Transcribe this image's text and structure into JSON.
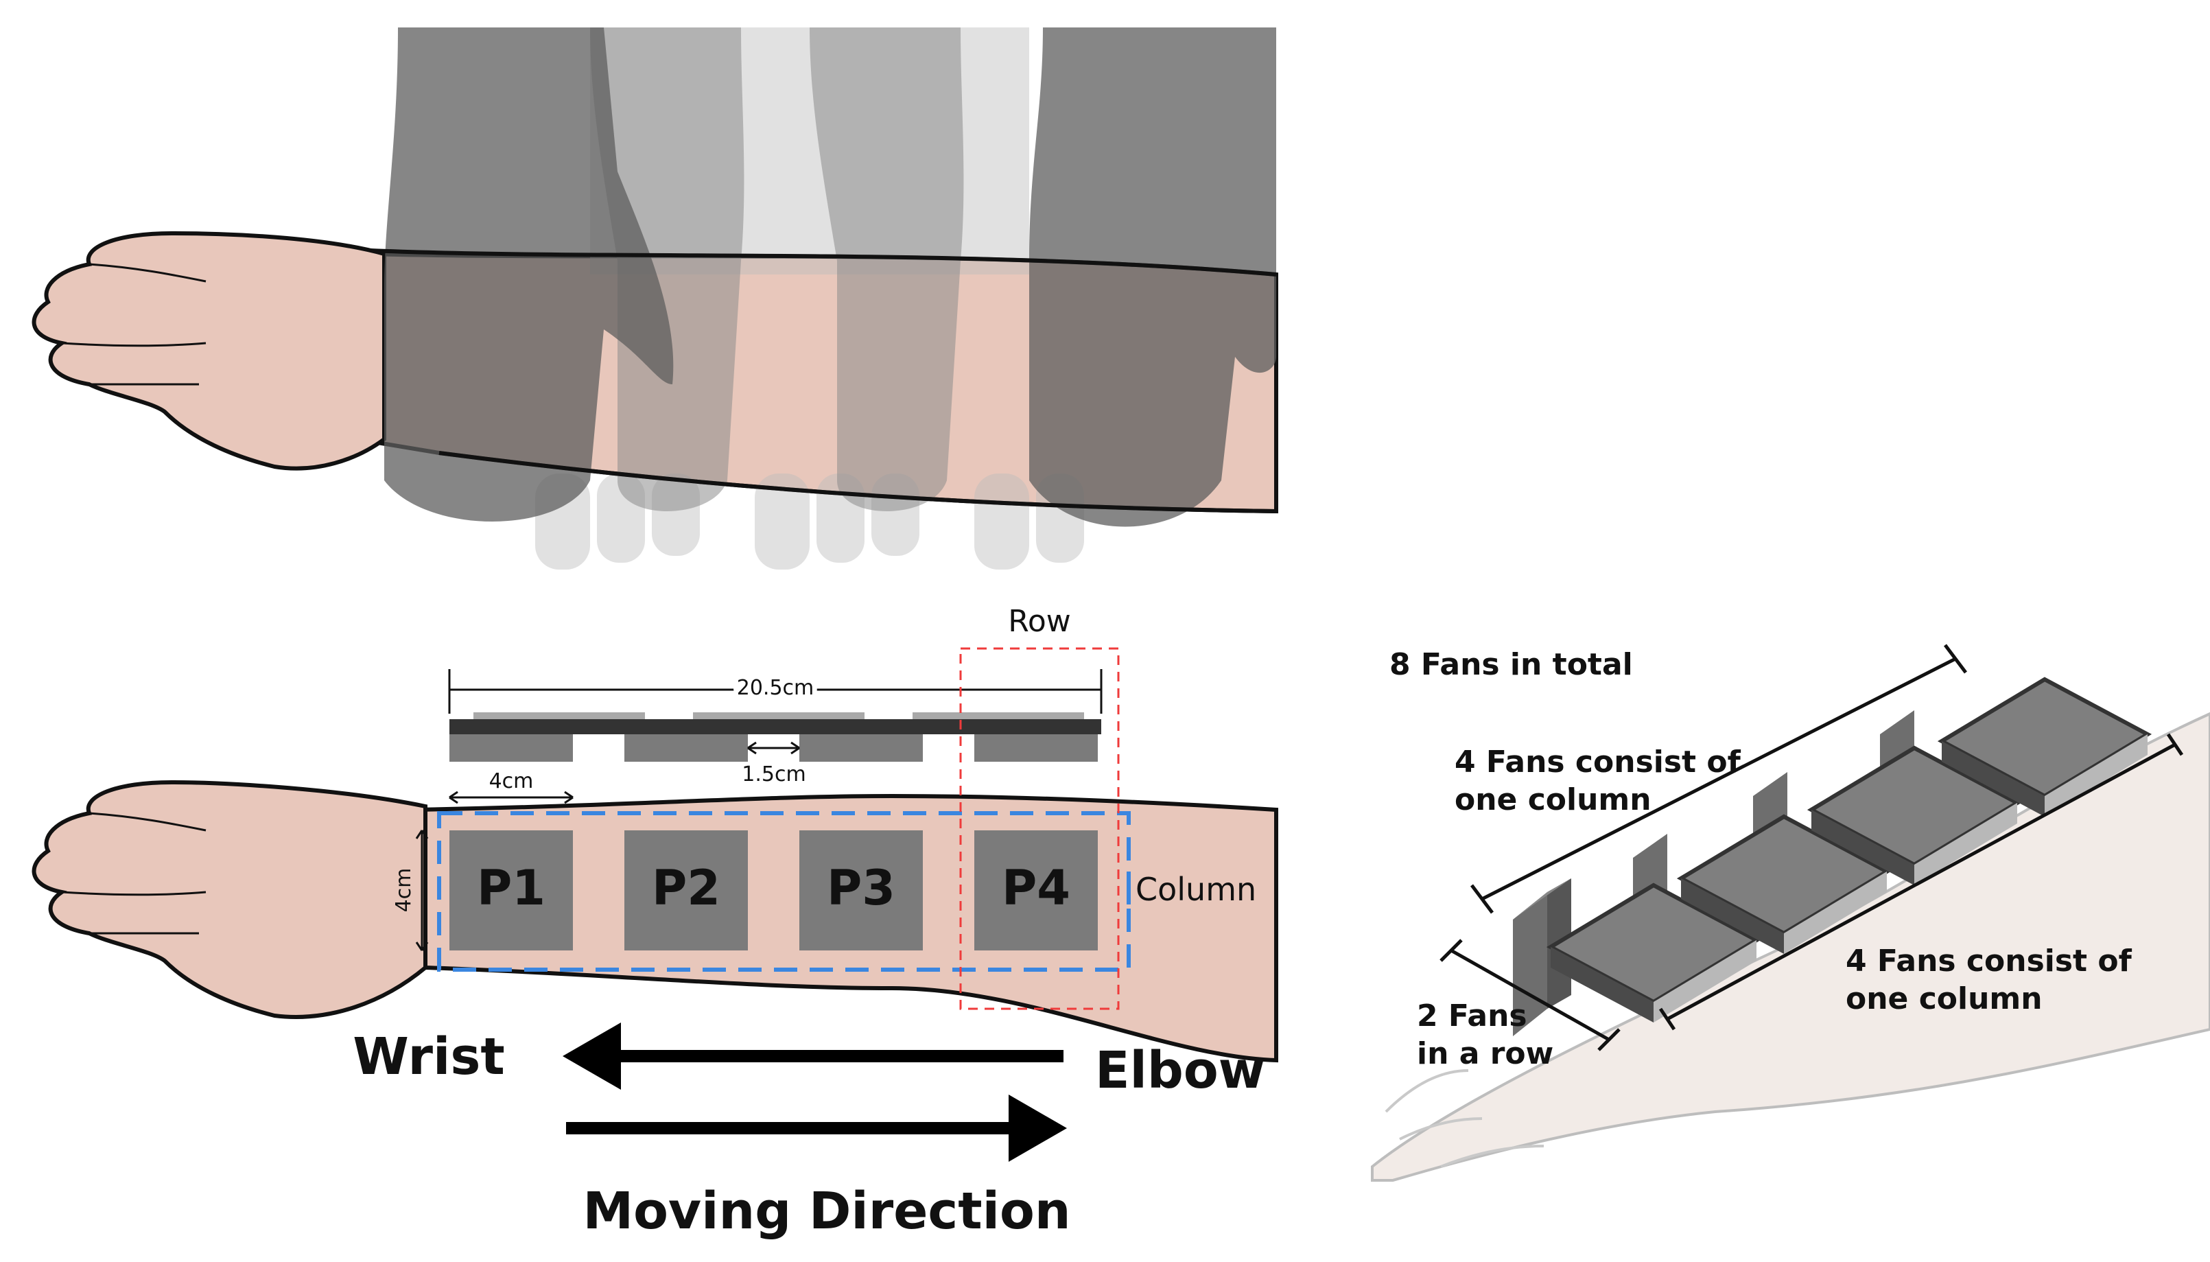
{
  "colors": {
    "skin": "#e8c7bb",
    "skin_outline": "#111111",
    "hand_dark": "#5e5e5e",
    "hand_mid": "#8d8d8d",
    "hand_light": "#bdbdbd",
    "pad_fill": "#7b7b7b",
    "column_box": "#3a86e0",
    "row_box": "#ef3b3b",
    "fan_top": "#8a8a8a",
    "fan_side": "#555555",
    "right_arm": "#f2ebe7"
  },
  "icons": {
    "arrow_left": "arrow-left-icon",
    "arrow_right": "arrow-right-icon"
  },
  "middle": {
    "row_label": "Row",
    "total_length": "20.5cm",
    "pad_width": "4cm",
    "gap": "1.5cm",
    "pad_height": "4cm",
    "column_label": "Column",
    "pads": [
      "P1",
      "P2",
      "P3",
      "P4"
    ],
    "wrist_label": "Wrist",
    "elbow_label": "Elbow",
    "moving_direction": "Moving Direction"
  },
  "right": {
    "total_fans": "8 Fans in total",
    "column_top_l1": "4 Fans consist of",
    "column_top_l2": "one column",
    "column_bottom_l1": "4 Fans consist of",
    "column_bottom_l2": "one column",
    "row_l1": "2 Fans",
    "row_l2": "in a row"
  }
}
